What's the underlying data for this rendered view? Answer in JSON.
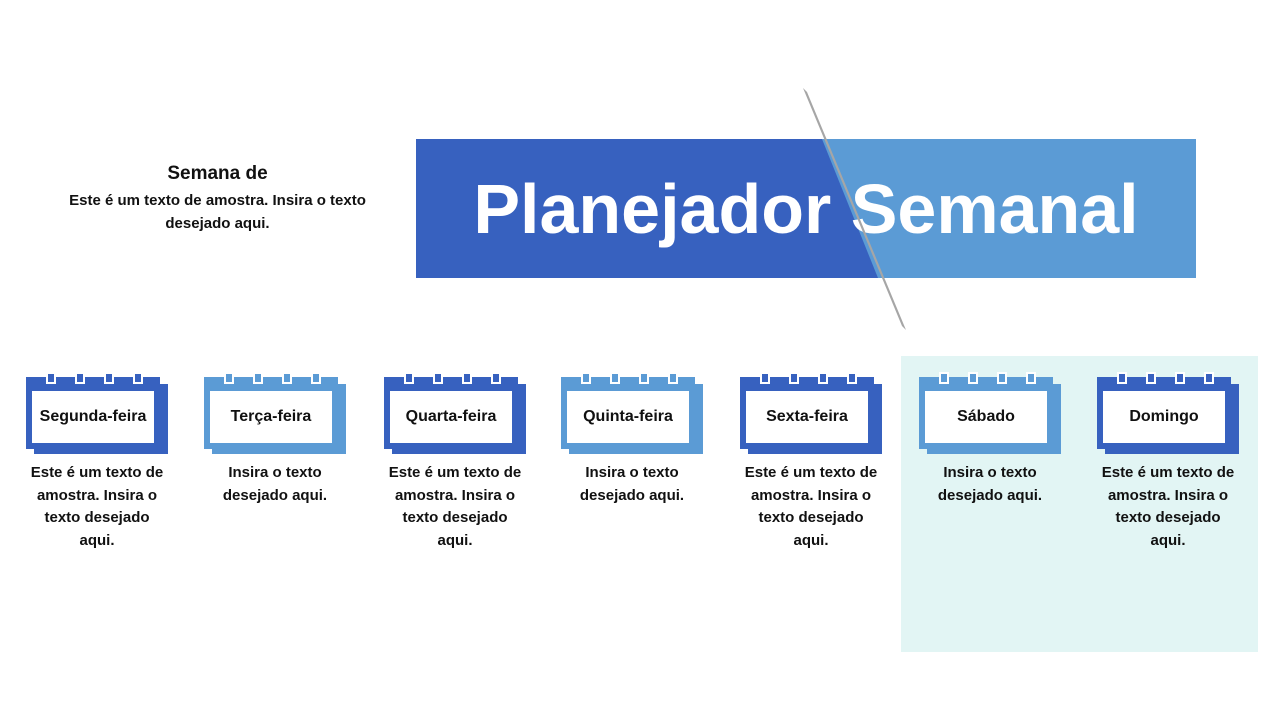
{
  "intro": {
    "heading": "Semana de",
    "text": "Este é um texto de amostra. Insira o texto desejado aqui."
  },
  "banner": {
    "title_left": "Planejador",
    "title_right": "Semanal",
    "color_dark": "#3761BF",
    "color_light": "#5B9BD5"
  },
  "days": [
    {
      "label": "Segunda-feira",
      "text": "Este é um texto de amostra. Insira o texto desejado aqui.",
      "color": "#3761BF"
    },
    {
      "label": "Terça-feira",
      "text": "Insira o texto desejado aqui.",
      "color": "#5B9BD5"
    },
    {
      "label": "Quarta-feira",
      "text": "Este é um texto de amostra. Insira o texto desejado aqui.",
      "color": "#3761BF"
    },
    {
      "label": "Quinta-feira",
      "text": "Insira o texto desejado aqui.",
      "color": "#5B9BD5"
    },
    {
      "label": "Sexta-feira",
      "text": "Este é um texto de amostra. Insira o texto desejado aqui.",
      "color": "#3761BF"
    },
    {
      "label": "Sábado",
      "text": "Insira o texto desejado aqui.",
      "color": "#5B9BD5"
    },
    {
      "label": "Domingo",
      "text": "Este é um texto de amostra. Insira o texto desejado aqui.",
      "color": "#3761BF"
    }
  ]
}
